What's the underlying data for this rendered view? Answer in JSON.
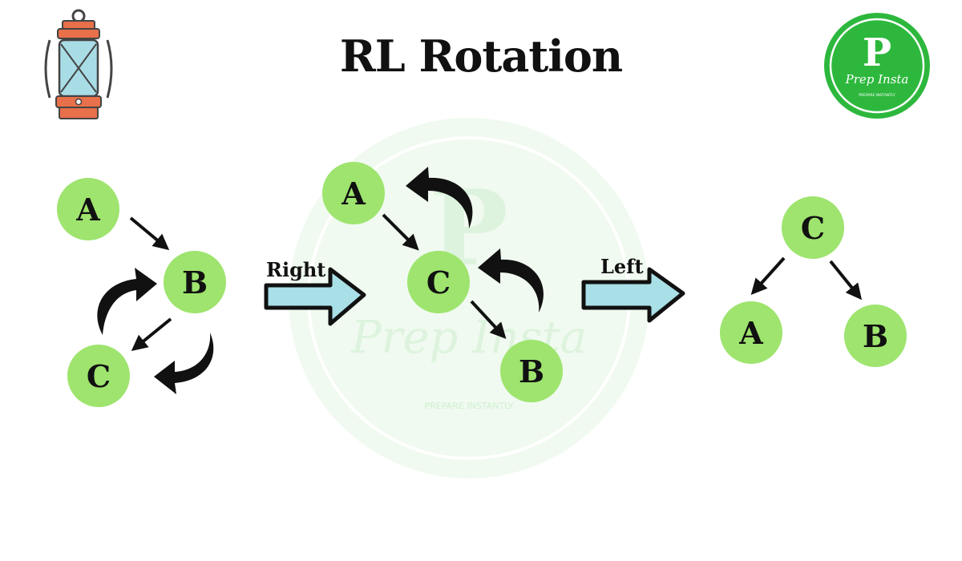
{
  "title": "RL Rotation",
  "logo": {
    "letter": "P",
    "name": "Prep Insta",
    "tagline": "PREPARE INSTANTLY"
  },
  "watermark": {
    "letter": "P",
    "name": "Prep Insta",
    "tagline": "PREPARE INSTANTLY"
  },
  "steps": [
    {
      "label": "Right"
    },
    {
      "label": "Left"
    }
  ],
  "diagrams": [
    {
      "nodes": {
        "a": "A",
        "b": "B",
        "c": "C"
      }
    },
    {
      "nodes": {
        "a": "A",
        "c": "C",
        "b": "B"
      }
    },
    {
      "nodes": {
        "c": "C",
        "a": "A",
        "b": "B"
      }
    }
  ],
  "colors": {
    "node": "#9ee46e",
    "logo": "#2db83d",
    "arrow_fill": "#a9dfe6",
    "text": "#111111"
  }
}
